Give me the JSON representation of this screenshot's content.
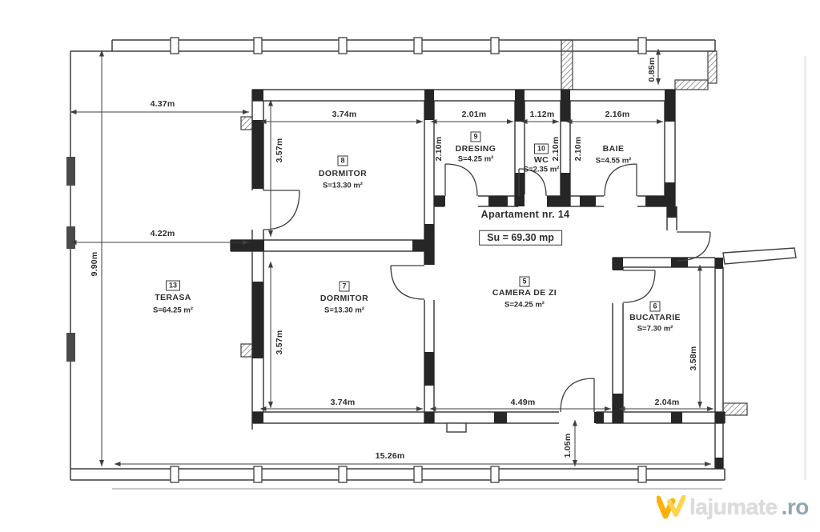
{
  "header": {
    "apartment_title": "Apartament nr. 14",
    "total_area": "Su = 69.30 mp"
  },
  "rooms": {
    "terasa": {
      "number": "13",
      "name": "TERASA",
      "area": "S=64.25 m²"
    },
    "dormitor8": {
      "number": "8",
      "name": "DORMITOR",
      "area": "S=13.30 m²"
    },
    "dresing": {
      "number": "9",
      "name": "DRESING",
      "area": "S=4.25 m²"
    },
    "wc": {
      "number": "10",
      "name": "WC",
      "area": "S=2.35 m²"
    },
    "baie": {
      "name": "BAIE",
      "area": "S=4.55 m²"
    },
    "dormitor7": {
      "number": "7",
      "name": "DORMITOR",
      "area": "S=13.30 m²"
    },
    "camera_de_zi": {
      "number": "5",
      "name": "CAMERA DE ZI",
      "area": "S=24.25 m²"
    },
    "bucatarie": {
      "number": "6",
      "name": "BUCATARIE",
      "area": "S=7.30 m²"
    }
  },
  "dimensions": {
    "terasa_top_width": "4.37m",
    "dormitor8_width": "3.74m",
    "dresing_width": "2.01m",
    "wc_width": "1.12m",
    "baie_width": "2.16m",
    "right_top_offset": "0.85m",
    "dresing_depth": "2.10m",
    "wc_depth": "2.10m",
    "baie_depth": "2.10m",
    "dormitor8_depth": "3.57m",
    "terasa_mid_width": "4.22m",
    "terasa_height": "9.90m",
    "dormitor7_depth": "3.57m",
    "dormitor7_width": "3.74m",
    "camera_width": "4.49m",
    "bucatarie_bottom_width": "2.04m",
    "bucatarie_height": "3.58m",
    "total_width": "15.26m",
    "entry_width": "1.05m"
  },
  "watermark": {
    "brand": "lajumate",
    "tld": ".ro",
    "logo_color": "#ffb20a"
  }
}
